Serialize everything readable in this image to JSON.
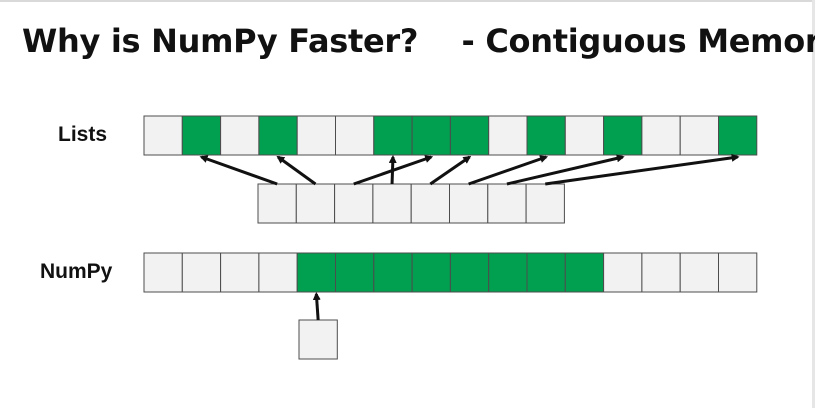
{
  "title": "Why is NumPy Faster?    - Contiguous Memory",
  "lists_label": "Lists",
  "numpy_label": "NumPy",
  "colors": {
    "filled": "#00a050",
    "empty": "#f2f2f2",
    "border": "#4d4d4d",
    "arrow": "#111111"
  },
  "lists_memory": {
    "cell_count": 16,
    "filled_cells": [
      1,
      3,
      6,
      7,
      8,
      10,
      12,
      15
    ]
  },
  "pointer_array": {
    "cell_count": 8
  },
  "pointer_targets": [
    1,
    3,
    7,
    6,
    8,
    10,
    12,
    15
  ],
  "numpy_memory": {
    "cell_count": 16,
    "filled_cells": [
      4,
      5,
      6,
      7,
      8,
      9,
      10,
      11
    ]
  },
  "numpy_header": {
    "cell_count": 1,
    "points_to_cell": 4
  }
}
